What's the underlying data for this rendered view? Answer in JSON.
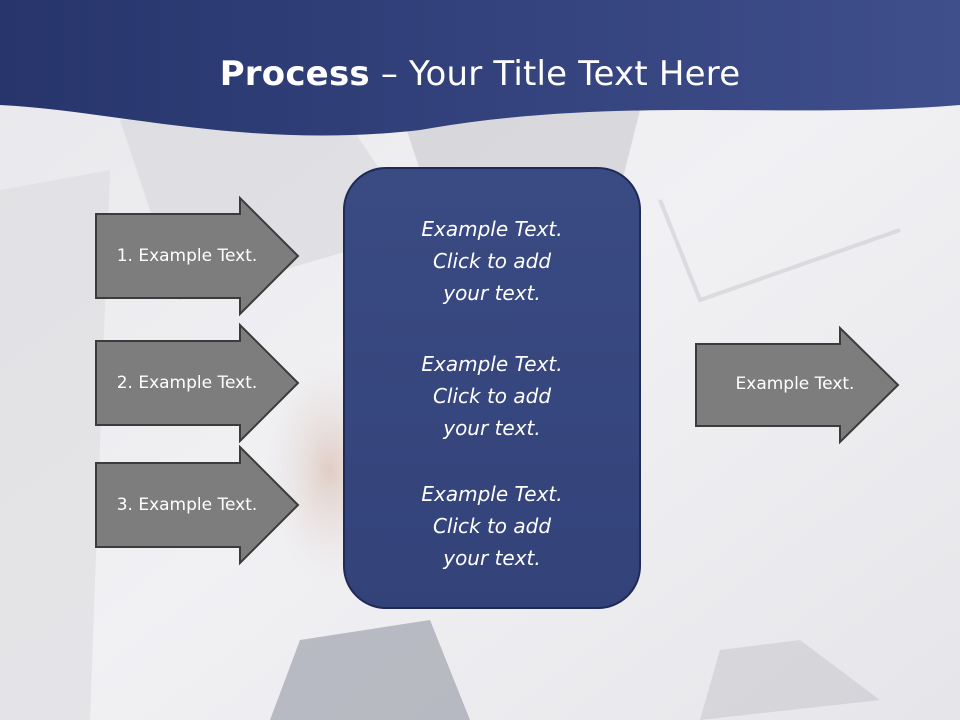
{
  "slide": {
    "title_bold": "Process",
    "title_rest": " – Your Title Text Here",
    "colors": {
      "header": "#2f3e78",
      "panel": "#36457a",
      "arrow": "#7b7b7b",
      "arrow_border": "#3c3c3c",
      "text": "#ffffff"
    },
    "left_arrows": [
      {
        "label": "1. Example Text."
      },
      {
        "label": "2. Example Text."
      },
      {
        "label": "3. Example Text."
      }
    ],
    "center_blocks": [
      {
        "line1": "Example Text.",
        "line2": "Click  to add",
        "line3": "your text."
      },
      {
        "line1": "Example Text.",
        "line2": "Click  to add",
        "line3": "your text."
      },
      {
        "line1": "Example Text.",
        "line2": "Click  to add",
        "line3": "your text."
      }
    ],
    "right_arrow": {
      "label": "Example Text."
    }
  }
}
